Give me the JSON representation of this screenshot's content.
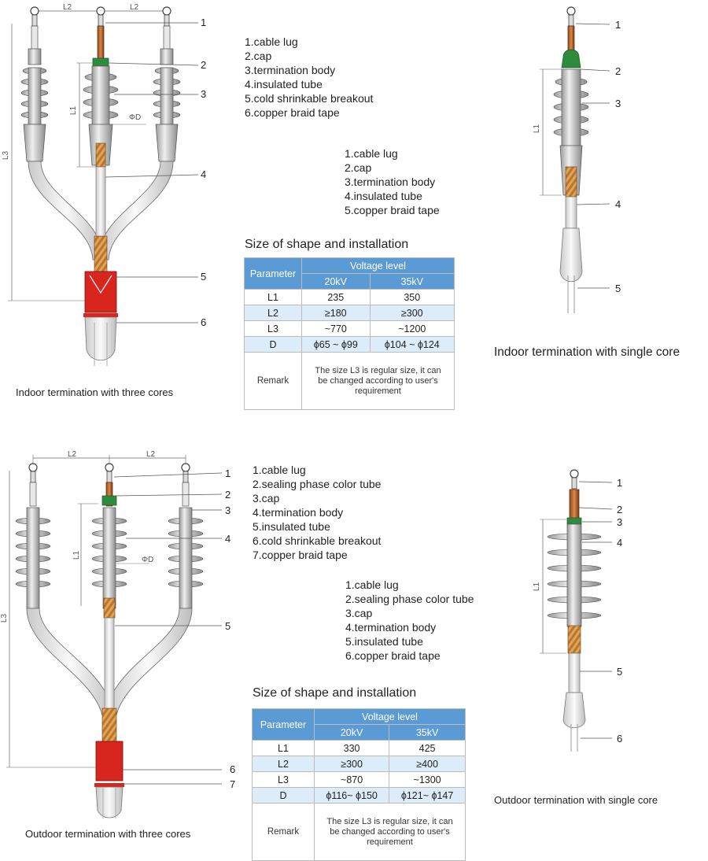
{
  "top": {
    "three_core": {
      "dim_labels": {
        "l2_left": "L2",
        "l2_right": "L2",
        "l1": "L1",
        "l3": "L3",
        "phi_d": "ΦD"
      },
      "callouts": [
        "1",
        "2",
        "3",
        "4",
        "5",
        "6"
      ],
      "caption": "Indoor termination with three cores"
    },
    "legend_three_core": [
      "1.cable lug",
      "2.cap",
      "3.termination body",
      "4.insulated tube",
      "5.cold shrinkable breakout",
      "6.copper braid tape"
    ],
    "legend_single_core": [
      "1.cable lug",
      "2.cap",
      "3.termination body",
      "4.insulated tube",
      "5.copper braid tape"
    ],
    "table": {
      "title": "Size of shape and installation",
      "parameter_header": "Parameter",
      "voltage_header": "Voltage level",
      "col_20": "20kV",
      "col_35": "35kV",
      "rows": [
        {
          "param": "L1",
          "v20": "235",
          "v35": "350"
        },
        {
          "param": "L2",
          "v20": "≥180",
          "v35": "≥300"
        },
        {
          "param": "L3",
          "v20": "~770",
          "v35": "~1200"
        },
        {
          "param": "D",
          "v20": "ϕ65 ~ ϕ99",
          "v35": "ϕ104 ~ ϕ124"
        }
      ],
      "remark_label": "Remark",
      "remark_text": "The size L3 is regular size, it can be changed according to user's requirement"
    },
    "single_core": {
      "dim_labels": {
        "l1": "L1"
      },
      "callouts": [
        "1",
        "2",
        "3",
        "4",
        "5"
      ],
      "caption": "Indoor termination with single core"
    }
  },
  "bottom": {
    "three_core": {
      "dim_labels": {
        "l2_left": "L2",
        "l2_right": "L2",
        "l1": "L1",
        "l3": "L3",
        "phi_d": "ΦD"
      },
      "callouts": [
        "1",
        "2",
        "3",
        "4",
        "5",
        "6",
        "7"
      ],
      "caption": "Outdoor termination with three cores"
    },
    "legend_three_core": [
      "1.cable lug",
      "2.sealing phase color tube",
      "3.cap",
      "4.termination body",
      "5.insulated tube",
      "6.cold shrinkable breakout",
      "7.copper braid tape"
    ],
    "legend_single_core": [
      "1.cable lug",
      "2.sealing phase color tube",
      "3.cap",
      "4.termination body",
      "5.insulated tube",
      "6.copper braid tape"
    ],
    "table": {
      "title": "Size of shape and installation",
      "parameter_header": "Parameter",
      "voltage_header": "Voltage level",
      "col_20": "20kV",
      "col_35": "35kV",
      "rows": [
        {
          "param": "L1",
          "v20": "330",
          "v35": "425"
        },
        {
          "param": "L2",
          "v20": "≥300",
          "v35": "≥400"
        },
        {
          "param": "L3",
          "v20": "~870",
          "v35": "~1300"
        },
        {
          "param": "D",
          "v20": "ϕ116~ ϕ150",
          "v35": "ϕ121~ ϕ147"
        }
      ],
      "remark_label": "Remark",
      "remark_text": "The size L3 is regular size, it can be changed according to user's requirement"
    },
    "single_core": {
      "dim_labels": {
        "l1": "L1"
      },
      "callouts": [
        "1",
        "2",
        "3",
        "4",
        "5",
        "6"
      ],
      "caption": "Outdoor termination with single core"
    }
  }
}
